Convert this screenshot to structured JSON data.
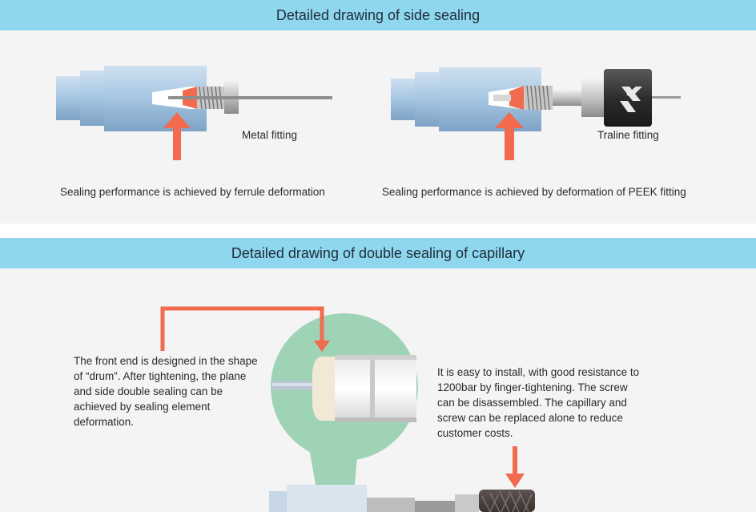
{
  "section_side": {
    "title": "Detailed drawing of side sealing",
    "metal_label": "Metal fitting",
    "traline_label": "Traline fitting",
    "metal_caption": "Sealing performance is achieved by ferrule deformation",
    "traline_caption": "Sealing performance is achieved by deformation of PEEK fitting"
  },
  "section_double": {
    "title": "Detailed drawing of double sealing of capillary",
    "left_text": "The front end is designed in the shape of “drum”. After tightening, the plane and side double sealing can be achieved by sealing element deformation.",
    "right_text": "It is easy to install, with good resistance to 1200bar by finger-tightening. The screw can be disassembled. The capillary and screw can be replaced alone to reduce customer costs."
  },
  "colors": {
    "header": "#8fd6ef",
    "arrow": "#f26b4e",
    "panel": "#f4f4f4",
    "bubble": "#9fd3b6",
    "metal": "#a9c8e4"
  }
}
